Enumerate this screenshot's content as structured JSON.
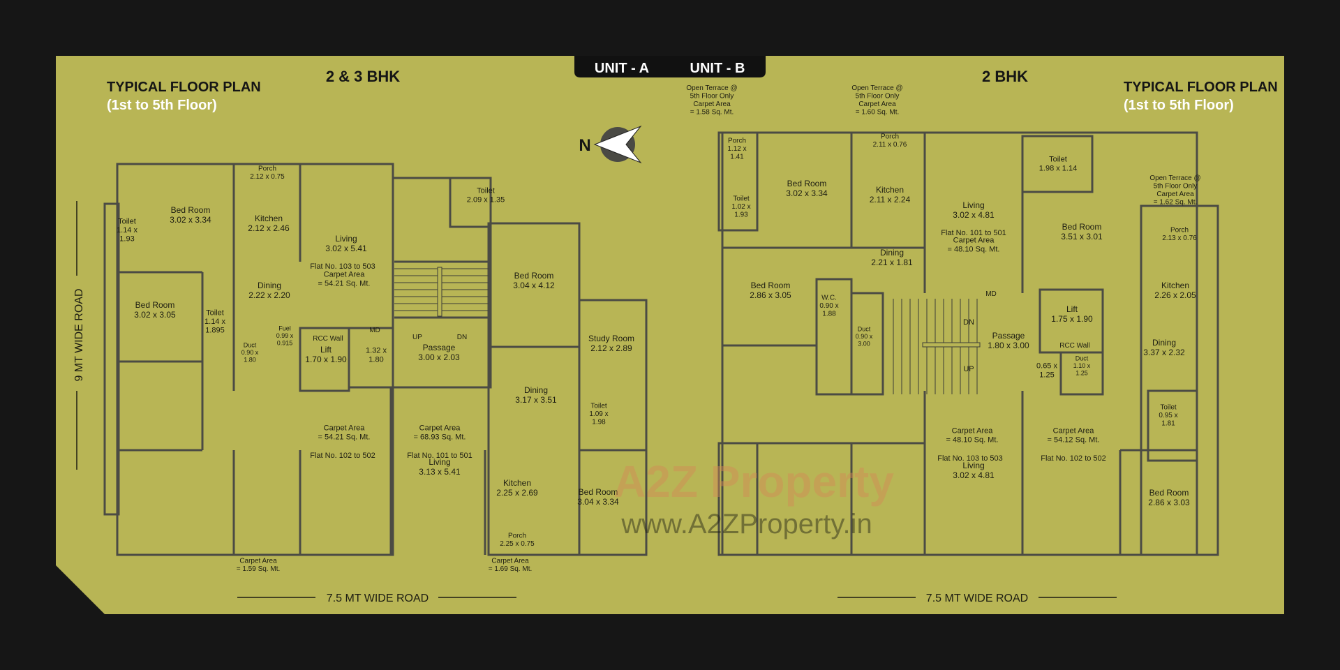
{
  "header_tabs": [
    "UNIT - A",
    "UNIT - B"
  ],
  "unit_a": {
    "title": "TYPICAL FLOOR PLAN",
    "subtitle": "(1st to 5th Floor)",
    "bhk": "2 & 3 BHK"
  },
  "unit_b": {
    "title": "TYPICAL FLOOR PLAN",
    "subtitle": "(1st to 5th Floor)",
    "bhk": "2 BHK"
  },
  "compass_label": "N",
  "roads": {
    "left": "9 MT WIDE ROAD",
    "bottom_a": "7.5 MT WIDE ROAD",
    "bottom_b": "7.5 MT WIDE ROAD"
  },
  "watermark": {
    "logo": "A2Z Property",
    "url": "www.A2ZProperty.in"
  },
  "rooms_a": [
    "Bed Room|3.02 x 3.34",
    "Kitchen|2.12 x 2.46",
    "Porch|2.12 x 0.75",
    "Toilet|1.14 x|1.93",
    "Living|3.02 x 5.41",
    "Flat No. 103 to 503",
    "Carpet Area|= 54.21 Sq. Mt.",
    "Dining|2.22 x 2.20",
    "Bed Room|3.02 x 3.05",
    "Toilet|1.14 x|1.895",
    "Duct|0.90 x|1.80",
    "Fuel|0.99 x|0.915",
    "RCC Wall",
    "Lift|1.70 x 1.90",
    "1.32 x|1.80",
    "Passage|3.00 x 2.03",
    "Toilet|2.09 x 1.35",
    "Bed Room|3.04 x 4.12",
    "Study Room|2.12 x 2.89",
    "Dining|3.17 x 3.51",
    "Toilet|1.09 x|1.98",
    "Carpet Area|= 54.21 Sq. Mt.",
    "Flat No. 102 to 502",
    "Carpet Area|= 68.93 Sq. Mt.",
    "Flat No. 101 to 501",
    "Living|3.13 x 5.41",
    "Kitchen|2.25 x 2.69",
    "Bed Room|3.04 x 3.34",
    "Porch|2.25 x 0.75",
    "Carpet Area|= 1.59 Sq. Mt.",
    "Carpet Area|= 1.69 Sq. Mt.",
    "UP",
    "DN",
    "MD"
  ],
  "rooms_b": [
    "Open Terrace @|5th Floor Only|Carpet Area|= 1.58 Sq. Mt.",
    "Open Terrace @|5th Floor Only|Carpet Area|= 1.60 Sq. Mt.",
    "Porch|1.12 x|1.41",
    "Bed Room|3.02 x 3.34",
    "Toilet|1.02 x|1.93",
    "Porch|2.11 x 0.76",
    "Kitchen|2.11 x 2.24",
    "Living|3.02 x 4.81",
    "Flat No. 101 to 501",
    "Carpet Area|= 48.10 Sq. Mt.",
    "Toilet|1.98 x 1.14",
    "Bed Room|3.51 x 3.01",
    "Open Terrace @|5th Floor Only|Carpet Area|= 1.62 Sq. Mt.",
    "Porch|2.13 x 0.76",
    "Kitchen|2.26 x 2.05",
    "Dining|2.21 x 1.81",
    "Bed Room|2.86 x 3.05",
    "W.C.|0.90 x|1.88",
    "Duct|0.90 x|3.00",
    "DN",
    "UP",
    "Passage|1.80 x 3.00",
    "0.65 x|1.25",
    "Lift|1.75 x 1.90",
    "RCC Wall",
    "Duct|1.10 x|1.25",
    "Dining|3.37 x 2.32",
    "Toilet|0.95 x|1.81",
    "Carpet Area|= 48.10 Sq. Mt.",
    "Flat No. 103 to 503",
    "Carpet Area|= 54.12 Sq. Mt.",
    "Flat No. 102 to 502",
    "Living|3.02 x 4.81",
    "Bed Room|2.86 x 3.03",
    "MD"
  ],
  "colors": {
    "board": "#b8b555",
    "background": "#161616",
    "tab": "#111111",
    "wall": "#4b4b44",
    "text": "#1d1d12"
  }
}
